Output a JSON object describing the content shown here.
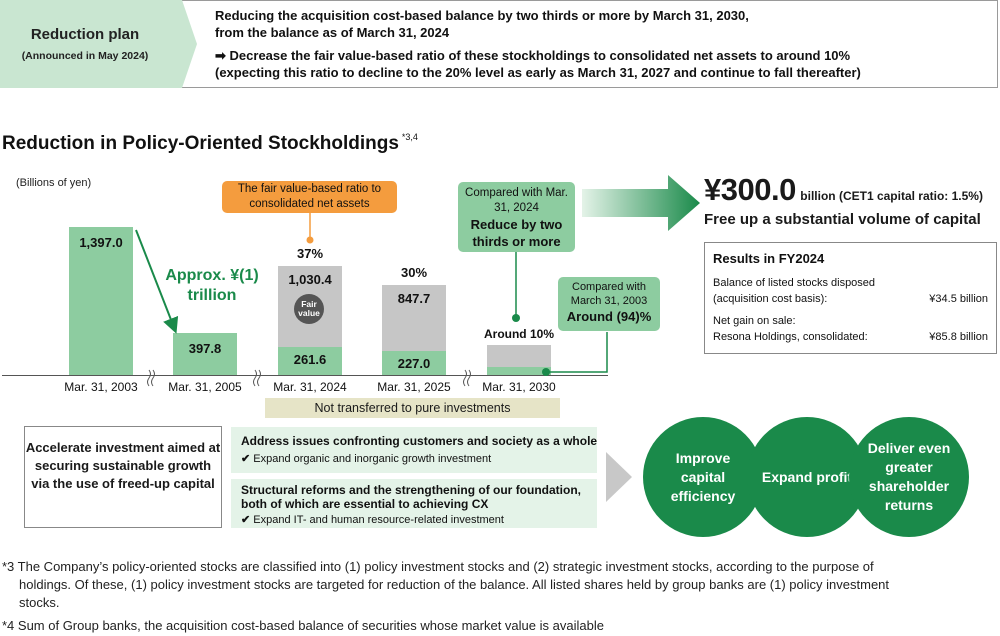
{
  "plan": {
    "title": "Reduction plan",
    "subtitle": "(Announced in May 2024)",
    "line1_a": "Reducing the acquisition cost-based balance by ",
    "line1_b": "two thirds or more",
    "line1_c": " by March 31, 2030,",
    "line2": "from the balance as of March 31, 2024",
    "line3_a": "Decrease the fair value-based ratio of these stockholdings to consolidated net assets to ",
    "line3_b": "around 10%",
    "line4": "(expecting this ratio to decline to the 20% level as early as March 31, 2027 and continue to fall thereafter)"
  },
  "section": {
    "title": "Reduction in Policy-Oriented Stockholdings",
    "note_ref": "*3,4"
  },
  "chart_data": {
    "type": "bar",
    "ylabel": "(Billions of yen)",
    "categories": [
      "Mar. 31, 2003",
      "Mar. 31, 2005",
      "Mar. 31, 2024",
      "Mar. 31, 2025",
      "Mar. 31, 2030"
    ],
    "series": [
      {
        "name": "",
        "values": [
          1397.0,
          397.8,
          261.6,
          227.0,
          null
        ]
      },
      {
        "name": "",
        "values": [
          null,
          null,
          1030.4,
          847.7,
          null
        ]
      }
    ],
    "labels": {
      "acq": [
        "1,397.0",
        "397.8",
        "261.6",
        "227.0",
        ""
      ],
      "fair": [
        "",
        "",
        "1,030.4",
        "847.7",
        ""
      ],
      "ratio": [
        "",
        "",
        "37%",
        "30%",
        "Around 10%"
      ]
    },
    "fair_value_label": "Fair value",
    "annotations": {
      "approx": "Approx. ¥(1) trillion",
      "orange": "The fair value-based ratio to consolidated net assets",
      "cmp2024_small": "Compared with Mar. 31, 2024",
      "cmp2024_bold": "Reduce by two thirds or more",
      "cmp2003_small": "Compared with March 31, 2003",
      "cmp2003_bold": "Around (94)%",
      "not_transferred": "Not transferred to pure investments"
    }
  },
  "capital": {
    "amount": "¥300.0",
    "unit": "billion (CET1 capital ratio: 1.5%)",
    "caption": "Free up a substantial volume of capital"
  },
  "results": {
    "title": "Results in FY2024",
    "row1_a": "Balance of listed stocks disposed",
    "row1_b": "(acquisition cost basis):",
    "row1_val": "¥34.5 billion",
    "row2_a": "Net gain on sale:",
    "row2_b": "Resona Holdings, consolidated:",
    "row2_val": "¥85.8 billion"
  },
  "invest": {
    "accel": "Accelerate investment aimed at securing sustainable growth via the use of freed-up capital",
    "box1_head": "Address issues confronting customers and society as a whole",
    "box1_sub": "Expand organic and inorganic growth investment",
    "box2_head1": "Structural reforms and the strengthening of our foundation,",
    "box2_head2": "both of which are essential to achieving CX",
    "box2_sub": "Expand IT- and human resource-related investment",
    "circles": [
      "Improve capital efficiency",
      "Expand profit",
      "Deliver even greater shareholder returns"
    ]
  },
  "footnotes": {
    "n3_1": "*3 The Company’s policy-oriented stocks are classified into (1) policy investment stocks and (2) strategic investment stocks, according to the purpose of",
    "n3_2": "holdings. Of these, (1) policy investment stocks are targeted for reduction of the balance. All listed shares held by group banks are (1) policy investment",
    "n3_3": "stocks.",
    "n4": "*4 Sum of Group banks, the acquisition cost-based balance of securities whose market value is available"
  },
  "colors": {
    "green": "#8dcca0",
    "dark_green": "#1a8a4a",
    "gray": "#c6c6c6",
    "orange": "#f49c3e",
    "tag": "#c9e6d1",
    "beige": "#e6e4c7"
  }
}
